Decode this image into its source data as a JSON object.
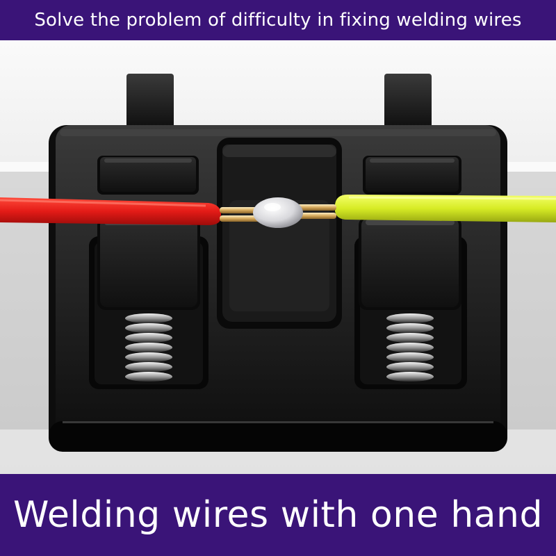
{
  "top_banner": {
    "text": "Solve the problem of difficulty in fixing welding wires"
  },
  "bottom_banner": {
    "text": "Welding wires with one hand"
  },
  "photo": {
    "subject": "black wire soldering clamp holding a red wire and a yellow wire joined by a solder bead",
    "colors": {
      "banner_purple": "#3a1478",
      "backdrop_white": "#f2f2f2",
      "clamp_black": "#151515",
      "red_wire": "#e01818",
      "yellow_wire": "#d8ee2a",
      "copper": "#d9b26a",
      "solder": "#e8e8ec"
    }
  }
}
